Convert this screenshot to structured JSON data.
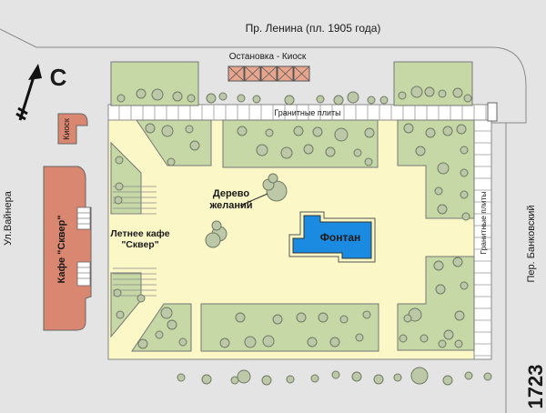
{
  "labels": {
    "street_top": "Пр. Ленина (пл. 1905 года)",
    "street_left": "Ул.Вайнера",
    "street_right": "Пер. Банковский",
    "bus_stop": "Остановка - Киоск",
    "granite_top": "Гранитные плиты",
    "granite_right": "Гранитные плиты",
    "kiosk": "Киоск",
    "cafe_building": "Кафе \"Сквер\"",
    "summer_cafe_line1": "Летнее кафе",
    "summer_cafe_line2": "\"Сквер\"",
    "tree_of_wishes_line1": "Дерево",
    "tree_of_wishes_line2": "желаний",
    "fountain": "Фонтан",
    "north": "С",
    "watermark": "1723"
  },
  "colors": {
    "street": "#e4e4e4",
    "square": "#fbf7c6",
    "lawn": "#c6d8a5",
    "tree": "#bcc8a8",
    "building": "#d98770",
    "fountain": "#1a8be0",
    "granite": "#ffffff",
    "kiosk_boxes": "#e7a58e"
  },
  "icons": {
    "north_arrow": "north-arrow-icon",
    "trees": "tree-icon"
  }
}
